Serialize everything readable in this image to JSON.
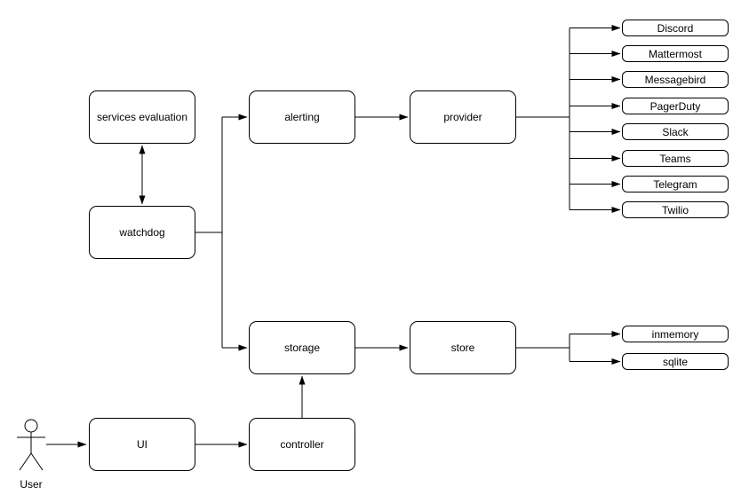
{
  "diagram": {
    "background_color": "#ffffff",
    "stroke_color": "#000000",
    "node_fill_color": "#ffffff",
    "nodes": {
      "services_evaluation": {
        "label": "services evaluation"
      },
      "watchdog": {
        "label": "watchdog"
      },
      "alerting": {
        "label": "alerting"
      },
      "provider": {
        "label": "provider"
      },
      "storage": {
        "label": "storage"
      },
      "store": {
        "label": "store"
      },
      "ui": {
        "label": "UI"
      },
      "controller": {
        "label": "controller"
      }
    },
    "actor": {
      "label": "User"
    },
    "providers": [
      "Discord",
      "Mattermost",
      "Messagebird",
      "PagerDuty",
      "Slack",
      "Teams",
      "Telegram",
      "Twilio"
    ],
    "stores": [
      "inmemory",
      "sqlite"
    ],
    "edges": [
      {
        "from": "services evaluation",
        "to": "watchdog",
        "direction": "bidirectional"
      },
      {
        "from": "watchdog",
        "to": "alerting",
        "direction": "forward"
      },
      {
        "from": "watchdog",
        "to": "storage",
        "direction": "forward"
      },
      {
        "from": "alerting",
        "to": "provider",
        "direction": "forward"
      },
      {
        "from": "provider",
        "to": "Discord",
        "direction": "forward"
      },
      {
        "from": "provider",
        "to": "Mattermost",
        "direction": "forward"
      },
      {
        "from": "provider",
        "to": "Messagebird",
        "direction": "forward"
      },
      {
        "from": "provider",
        "to": "PagerDuty",
        "direction": "forward"
      },
      {
        "from": "provider",
        "to": "Slack",
        "direction": "forward"
      },
      {
        "from": "provider",
        "to": "Teams",
        "direction": "forward"
      },
      {
        "from": "provider",
        "to": "Telegram",
        "direction": "forward"
      },
      {
        "from": "provider",
        "to": "Twilio",
        "direction": "forward"
      },
      {
        "from": "storage",
        "to": "store",
        "direction": "forward"
      },
      {
        "from": "store",
        "to": "inmemory",
        "direction": "forward"
      },
      {
        "from": "store",
        "to": "sqlite",
        "direction": "forward"
      },
      {
        "from": "controller",
        "to": "storage",
        "direction": "forward"
      },
      {
        "from": "UI",
        "to": "controller",
        "direction": "forward"
      },
      {
        "from": "User",
        "to": "UI",
        "direction": "forward"
      }
    ]
  }
}
